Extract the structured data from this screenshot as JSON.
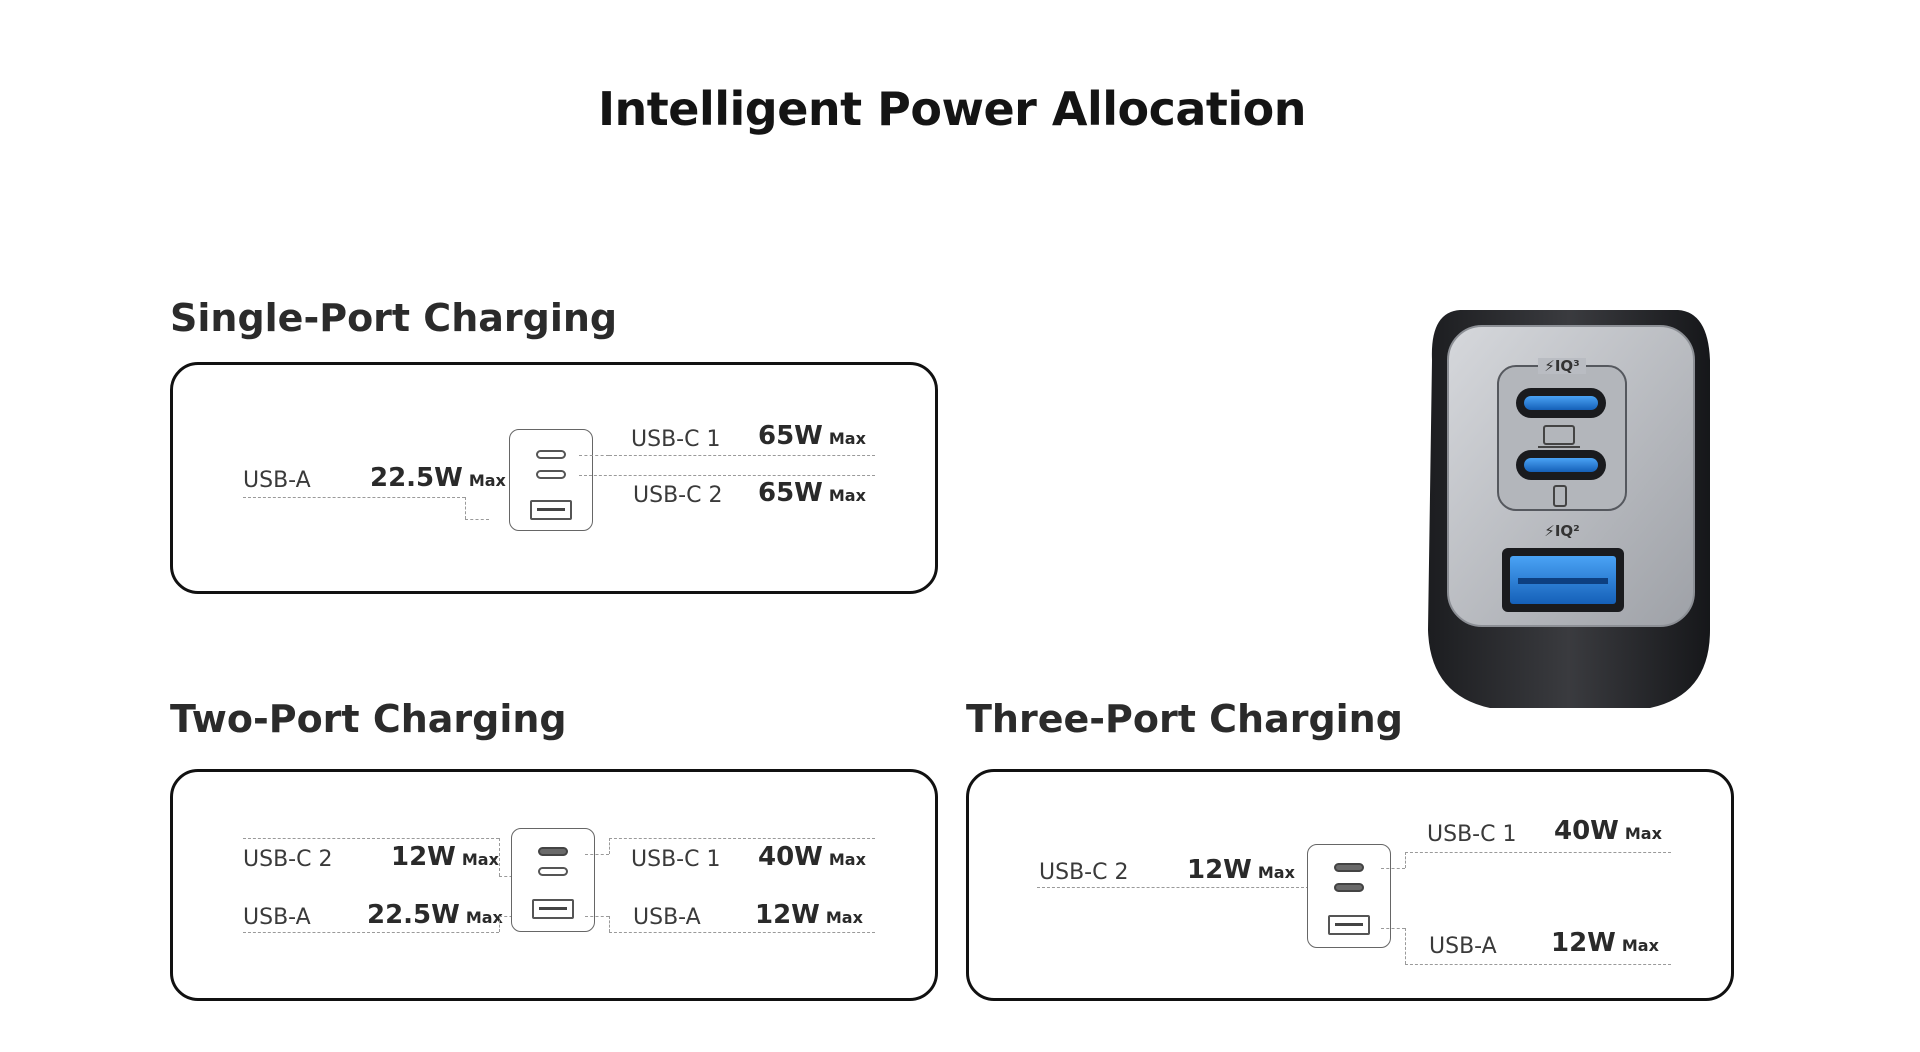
{
  "title": "Intelligent Power Allocation",
  "sections": {
    "single": {
      "title": "Single-Port Charging",
      "left": [
        {
          "port": "USB-A",
          "watts": "22.5W",
          "unit": "Max"
        }
      ],
      "right": [
        {
          "port": "USB-C 1",
          "watts": "65W",
          "unit": "Max"
        },
        {
          "port": "USB-C 2",
          "watts": "65W",
          "unit": "Max"
        }
      ]
    },
    "two": {
      "title": "Two-Port Charging",
      "left": [
        {
          "port": "USB-C 2",
          "watts": "12W",
          "unit": "Max"
        },
        {
          "port": "USB-A",
          "watts": "22.5W",
          "unit": "Max"
        }
      ],
      "right": [
        {
          "port": "USB-C 1",
          "watts": "40W",
          "unit": "Max"
        },
        {
          "port": "USB-A",
          "watts": "12W",
          "unit": "Max"
        }
      ]
    },
    "three": {
      "title": "Three-Port Charging",
      "left": [
        {
          "port": "USB-C 2",
          "watts": "12W",
          "unit": "Max"
        }
      ],
      "right": [
        {
          "port": "USB-C 1",
          "watts": "40W",
          "unit": "Max"
        },
        {
          "port": "USB-A",
          "watts": "12W",
          "unit": "Max"
        }
      ]
    }
  },
  "product": {
    "badge_top": "IQ",
    "badge_top_num": "3",
    "badge_bottom": "IQ",
    "badge_bottom_num": "2",
    "body_color": "#2a2b2e",
    "panel_color": "#b9bcc2",
    "port_color": "#1f78d6"
  }
}
